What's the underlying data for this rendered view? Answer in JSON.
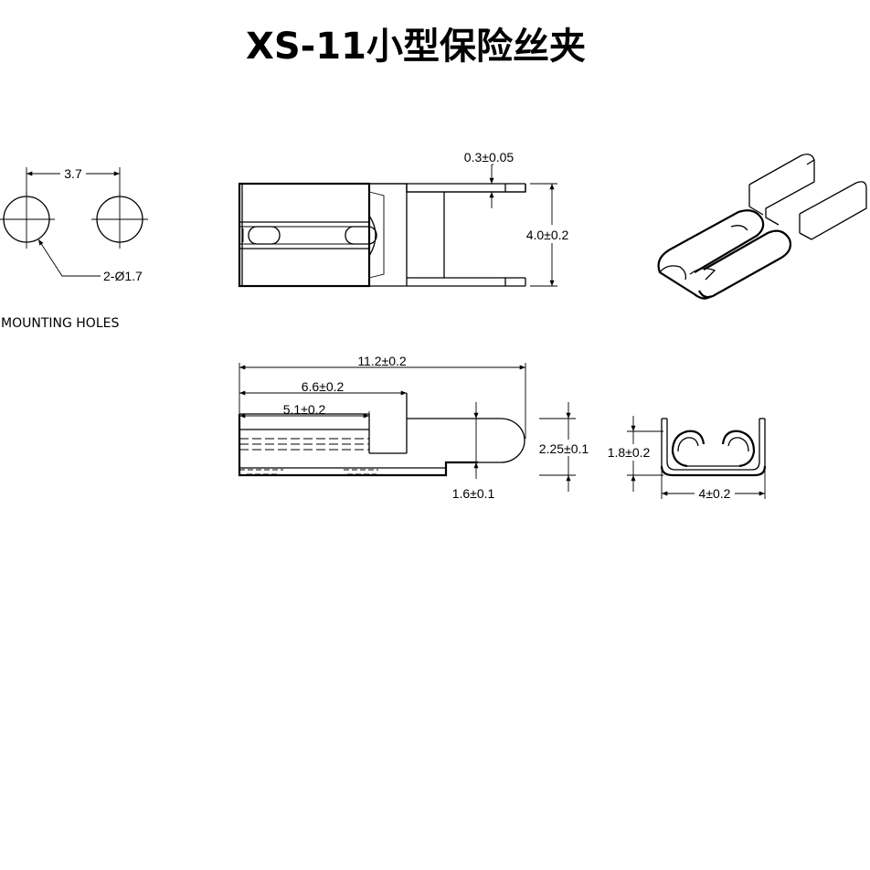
{
  "title": "XS-11小型保险丝夹",
  "mounting": {
    "spacing": "3.7",
    "hole_dim": "2-Ø1.7",
    "caption": "MOUNTING HOLES"
  },
  "top_view": {
    "thickness": "0.3±0.05",
    "width": "4.0±0.2"
  },
  "side_view": {
    "overall": "11.2±0.2",
    "dim_a": "6.6±0.2",
    "dim_b": "5.1±0.2",
    "height": "2.25±0.1",
    "gap": "1.6±0.1"
  },
  "end_view": {
    "height": "1.8±0.2",
    "width": "4±0.2"
  }
}
